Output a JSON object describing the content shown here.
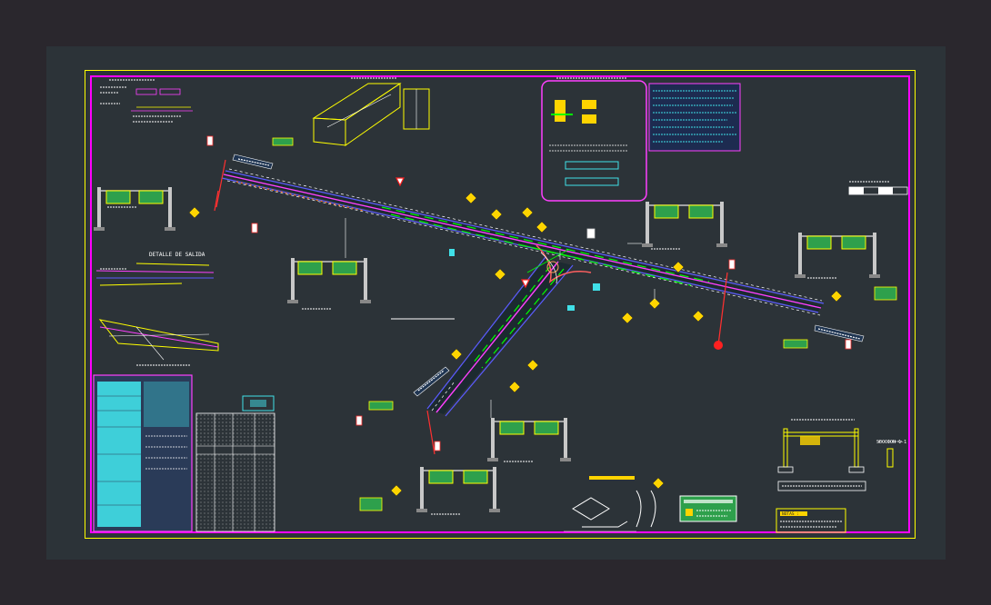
{
  "drawing": {
    "title_detail_left": "DETALLE DE SALIDA",
    "title_section": "SECCION 1-1",
    "notes_title": "NOTAS :",
    "colors": {
      "background": "#2a272d",
      "sheet": "#2c3338",
      "frame_outer": "#ffff00",
      "frame_inner": "#ff00ff",
      "road_edge": "#5b5bff",
      "road_center": "#ff40ff",
      "lane_mark": "#00ff00",
      "sign_panel": "#2ea04c",
      "sign_border": "#ffff00",
      "leader": "#ff3030",
      "text": "#ffffff",
      "table_fill": "#40e0e8"
    },
    "icons": [
      "warning-sign-icon",
      "guide-sign-icon",
      "stop-sign-icon",
      "north-arrow-icon"
    ]
  }
}
